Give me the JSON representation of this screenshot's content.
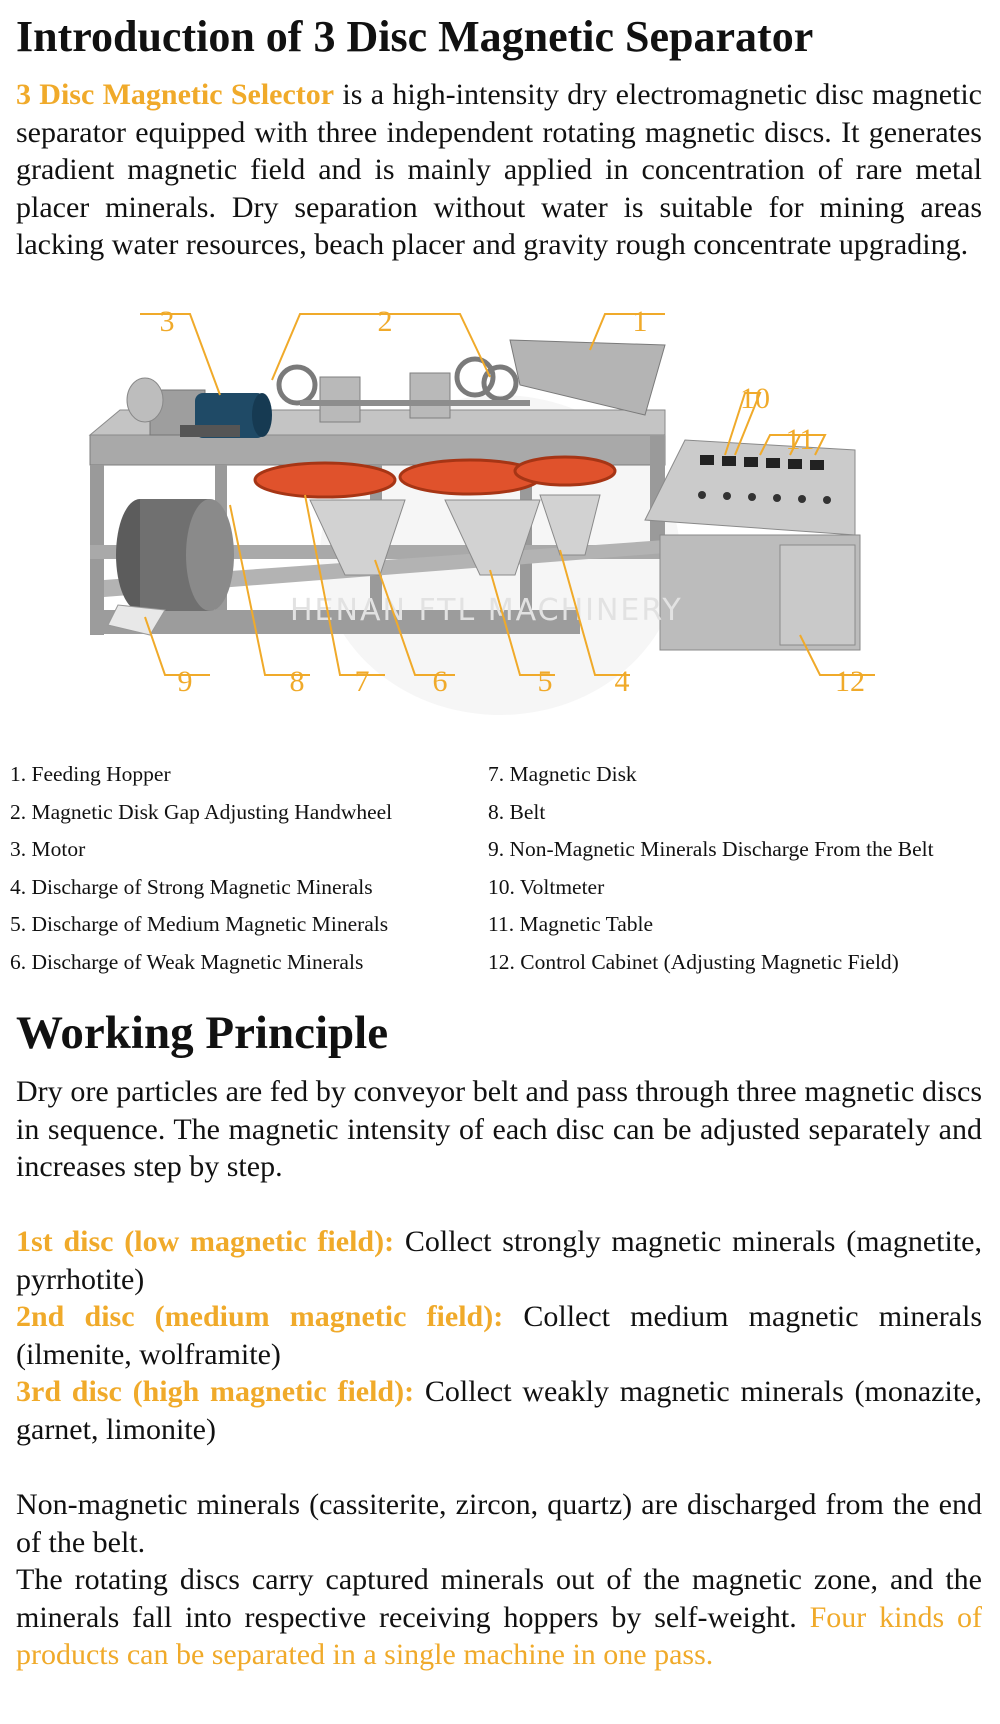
{
  "title": "Introduction of 3 Disc Magnetic Separator",
  "intro": {
    "highlight": "3 Disc Magnetic Selector",
    "text": " is a high-intensity dry electromagnetic disc magnetic separator equipped with three independent rotating magnetic discs. It generates gradient magnetic field and is mainly applied in concentration of rare metal placer minerals. Dry separation without water is suitable for mining areas lacking water resources, beach placer and gravity rough concentrate upgrading."
  },
  "diagram": {
    "watermark": "HENAN FTL MACHINERY",
    "callouts": [
      "1",
      "2",
      "3",
      "4",
      "5",
      "6",
      "7",
      "8",
      "9",
      "10",
      "11",
      "12"
    ],
    "colors": {
      "accent": "#f0aa2a",
      "frame": "#9a9a9a",
      "disc": "#e0522c"
    }
  },
  "parts": {
    "left": [
      "1. Feeding Hopper",
      "2. Magnetic Disk Gap Adjusting Handwheel",
      "3. Motor",
      "4. Discharge of Strong Magnetic Minerals",
      "5. Discharge of Medium Magnetic Minerals",
      "6. Discharge of Weak Magnetic Minerals"
    ],
    "right": [
      "7. Magnetic Disk",
      "8. Belt",
      "9. Non-Magnetic Minerals Discharge From the Belt",
      "10. Voltmeter",
      "11. Magnetic Table",
      "12. Control Cabinet (Adjusting Magnetic Field)"
    ]
  },
  "working_principle": {
    "title": "Working Principle",
    "intro": "Dry ore particles are fed by conveyor belt and pass through three magnetic discs in sequence. The magnetic intensity of each disc can be adjusted separately and increases step by step.",
    "discs": [
      {
        "label": "1st disc (low magnetic field):",
        "text": " Collect strongly magnetic minerals (magnetite, pyrrhotite)"
      },
      {
        "label": "2nd disc (medium magnetic field):",
        "text": " Collect medium magnetic minerals (ilmenite, wolframite)"
      },
      {
        "label": "3rd disc (high magnetic field):",
        "text": " Collect weakly magnetic minerals (monazite, garnet, limonite)"
      }
    ],
    "outro1": "Non-magnetic minerals (cassiterite, zircon, quartz) are discharged from the end of the belt.",
    "outro2": "The rotating discs carry captured minerals out of the magnetic zone, and the minerals fall into respective receiving hoppers by self-weight.",
    "outro2_highlight": " Four kinds of products can be separated in a single machine in one pass."
  },
  "colors": {
    "accent": "#f0aa2a",
    "text": "#111111"
  }
}
